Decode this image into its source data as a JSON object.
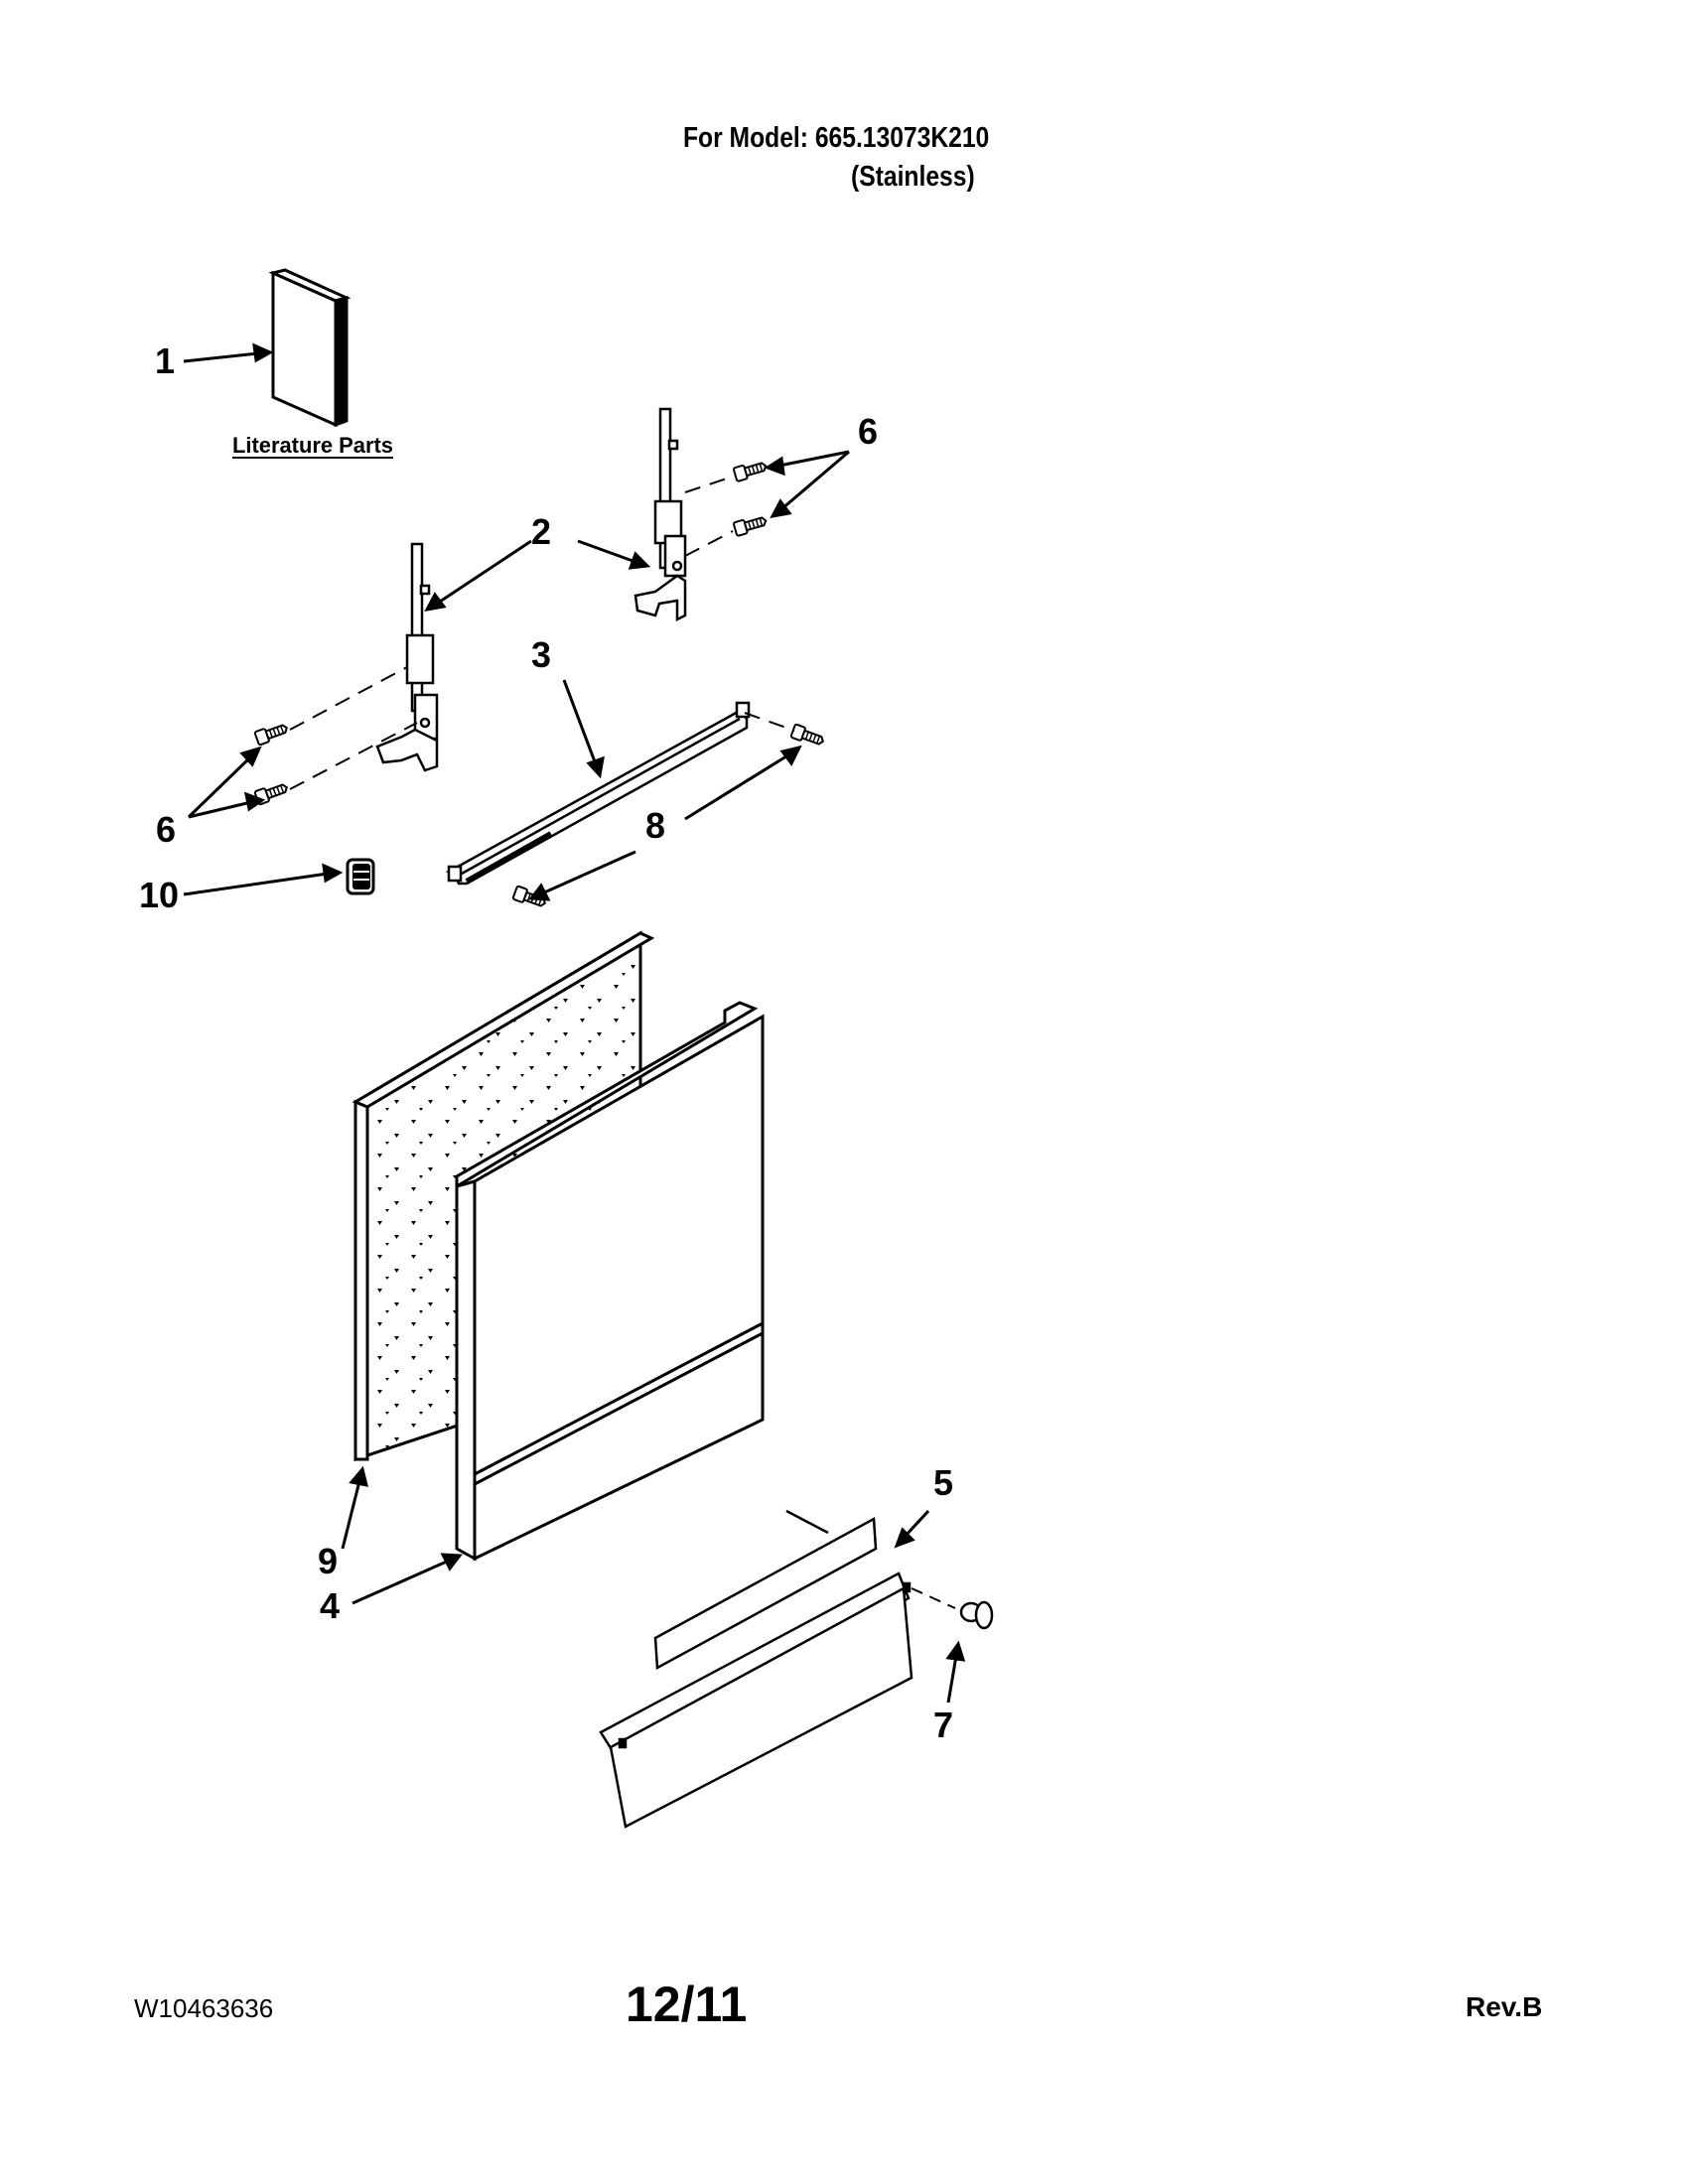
{
  "header": {
    "model_line": "For Model: 665.13073K210",
    "finish_line": "(Stainless)"
  },
  "literature_label": "Literature Parts",
  "callouts": [
    {
      "id": "c1",
      "text": "1"
    },
    {
      "id": "c2",
      "text": "2"
    },
    {
      "id": "c3",
      "text": "3"
    },
    {
      "id": "c4",
      "text": "4"
    },
    {
      "id": "c5",
      "text": "5"
    },
    {
      "id": "c6a",
      "text": "6"
    },
    {
      "id": "c6b",
      "text": "6"
    },
    {
      "id": "c7",
      "text": "7"
    },
    {
      "id": "c8",
      "text": "8"
    },
    {
      "id": "c9",
      "text": "9"
    },
    {
      "id": "c10",
      "text": "10"
    }
  ],
  "footer": {
    "doc_number": "W10463636",
    "date": "12/11",
    "revision": "Rev.B"
  }
}
